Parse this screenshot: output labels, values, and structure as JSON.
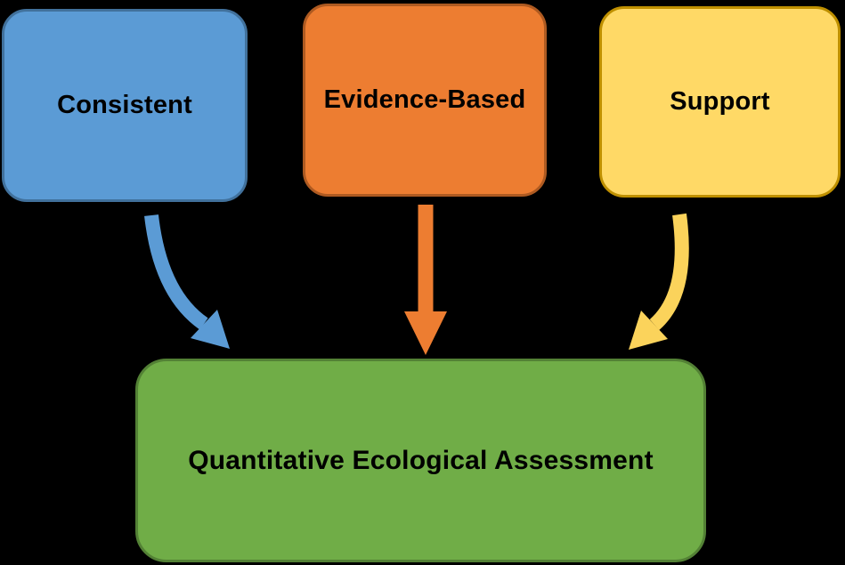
{
  "diagram": {
    "background_color": "#000000",
    "text_color": "#000000",
    "nodes": [
      {
        "id": "consistent",
        "label": "Consistent",
        "fill": "#5B9BD5",
        "border": "#41719C"
      },
      {
        "id": "evidence-based",
        "label": "Evidence-Based",
        "fill": "#ED7D31",
        "border": "#AE5A21"
      },
      {
        "id": "support",
        "label": "Support",
        "fill": "#FFD966",
        "border": "#BF9000"
      },
      {
        "id": "assessment",
        "label": "Quantitative Ecological Assessment",
        "fill": "#70AD47",
        "border": "#538135"
      }
    ],
    "connectors": [
      {
        "from": "consistent",
        "to": "assessment",
        "style": "curved-down-right",
        "color": "#5B9BD5"
      },
      {
        "from": "evidence-based",
        "to": "assessment",
        "style": "straight-down",
        "color": "#ED7D31"
      },
      {
        "from": "support",
        "to": "assessment",
        "style": "curved-down-left",
        "color": "#FBD35B"
      }
    ]
  }
}
